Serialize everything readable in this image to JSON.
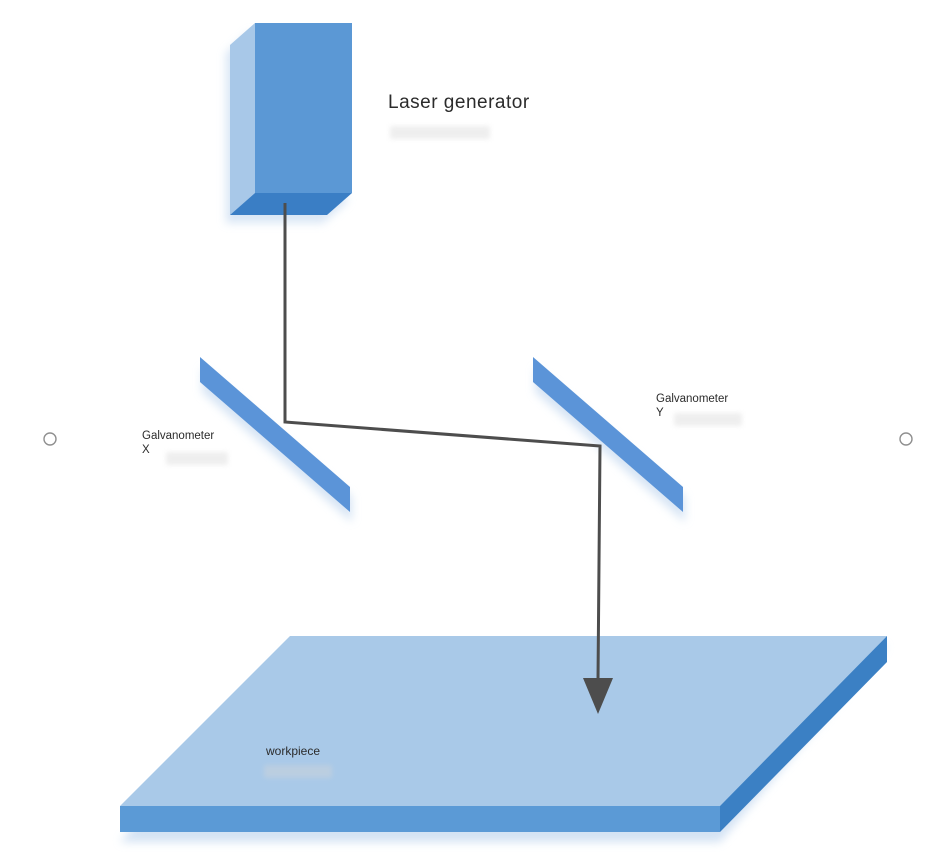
{
  "diagram": {
    "type": "laser-galvanometer-marking-schematic",
    "labels": {
      "laser_generator": "Laser generator",
      "galvanometer_x": {
        "line1": "Galvanometer",
        "line2": "X"
      },
      "galvanometer_y": {
        "line1": "Galvanometer",
        "line2": "Y"
      },
      "workpiece": "workpiece"
    },
    "colors": {
      "box_front": "#5b98d5",
      "box_left": "#a8c8e8",
      "box_bottom": "#3a7ec5",
      "mirror": "#5b94d8",
      "workpiece_top": "#a9c9e8",
      "workpiece_front": "#5b9ad6",
      "workpiece_side": "#3b80c4",
      "beam": "#4d4d4d",
      "shadow_tint": "#ccdef2",
      "label_text": "#2b2b2b"
    }
  }
}
